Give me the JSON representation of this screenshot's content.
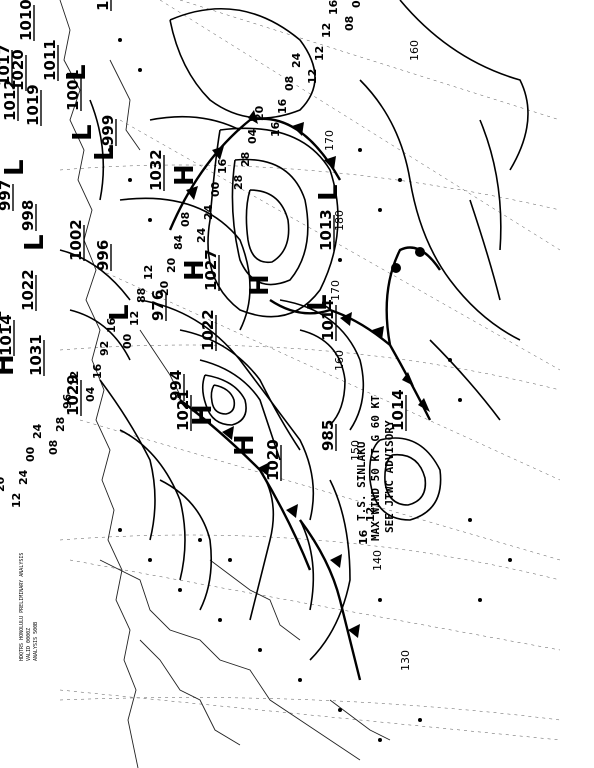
{
  "header_lines": [
    "HDQTRS HONOLULU PRELIMINARY ANALYSIS",
    "VALID 0000Z",
    "ANALYSIS 500B"
  ],
  "advisory": {
    "line1": "T.S. SINLAKU",
    "line2": "MAX WIND 50 KT G 60 KT",
    "line3": "SEE JTWC ADVISORY"
  },
  "longitudes": [
    "130",
    "140",
    "150",
    "160",
    "170",
    "180",
    "170",
    "160"
  ],
  "pressure_centers": [
    {
      "label": "1017"
    },
    {
      "label": "1010"
    },
    {
      "label": "1011"
    },
    {
      "label": "1001"
    },
    {
      "label": "999"
    },
    {
      "label": "1032"
    },
    {
      "label": "1012"
    },
    {
      "label": "1019"
    },
    {
      "label": "1017"
    },
    {
      "label": "1020"
    },
    {
      "label": "997"
    },
    {
      "label": "998"
    },
    {
      "label": "1002"
    },
    {
      "label": "996"
    },
    {
      "label": "1022"
    },
    {
      "label": "1014"
    },
    {
      "label": "1031"
    },
    {
      "label": "1029"
    },
    {
      "label": "994"
    },
    {
      "label": "976"
    },
    {
      "label": "1021"
    },
    {
      "label": "1020"
    },
    {
      "label": "985"
    },
    {
      "label": "1027"
    },
    {
      "label": "1022"
    },
    {
      "label": "1014"
    },
    {
      "label": "1013"
    },
    {
      "label": "1014"
    }
  ],
  "highs_lows": [
    {
      "label": "H"
    },
    {
      "label": "H"
    },
    {
      "label": "H"
    },
    {
      "label": "H"
    },
    {
      "label": "H"
    },
    {
      "label": "H"
    },
    {
      "label": "L"
    },
    {
      "label": "L"
    },
    {
      "label": "L"
    },
    {
      "label": "L"
    },
    {
      "label": "L"
    },
    {
      "label": "L"
    },
    {
      "label": "L"
    },
    {
      "label": "L"
    },
    {
      "label": "L"
    },
    {
      "label": "H"
    },
    {
      "label": "H"
    }
  ],
  "isobar_labels": [
    "16",
    "12",
    "08",
    "04",
    "00",
    "20",
    "24",
    "28",
    "16",
    "12",
    "08",
    "20",
    "24",
    "28",
    "16",
    "12",
    "20",
    "24",
    "28",
    "16",
    "12",
    "08",
    "04",
    "00",
    "96",
    "92",
    "88",
    "84",
    "00",
    "04",
    "08",
    "12",
    "16",
    "20",
    "24",
    "12",
    "16",
    "12",
    "08",
    "16",
    "20",
    "24",
    "16",
    "12"
  ]
}
